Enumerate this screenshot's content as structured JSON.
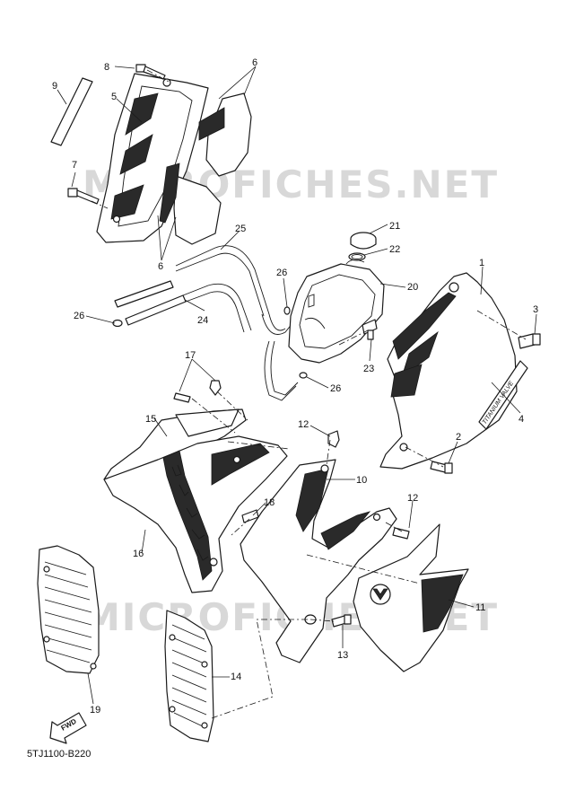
{
  "watermark_top": "MICROFICHES.NET",
  "watermark_bottom": "MICROFICHES.NET",
  "diagram_code": "5TJ1100-B220",
  "fwd_label": "FWD",
  "decal_text": "TITANIUM VALVE",
  "callouts": {
    "c1": "1",
    "c2": "2",
    "c3": "3",
    "c4": "4",
    "c5": "5",
    "c6a": "6",
    "c6b": "6",
    "c7": "7",
    "c8": "8",
    "c9": "9",
    "c10": "10",
    "c11": "11",
    "c12a": "12",
    "c12b": "12",
    "c13": "13",
    "c14": "14",
    "c15": "15",
    "c16": "16",
    "c17": "17",
    "c18": "18",
    "c19": "19",
    "c20": "20",
    "c21": "21",
    "c22": "22",
    "c23": "23",
    "c24": "24",
    "c25": "25",
    "c26a": "26",
    "c26b": "26",
    "c26c": "26"
  },
  "colors": {
    "line": "#1a1a1a",
    "watermark": "#d8d8d8",
    "background": "#ffffff"
  }
}
